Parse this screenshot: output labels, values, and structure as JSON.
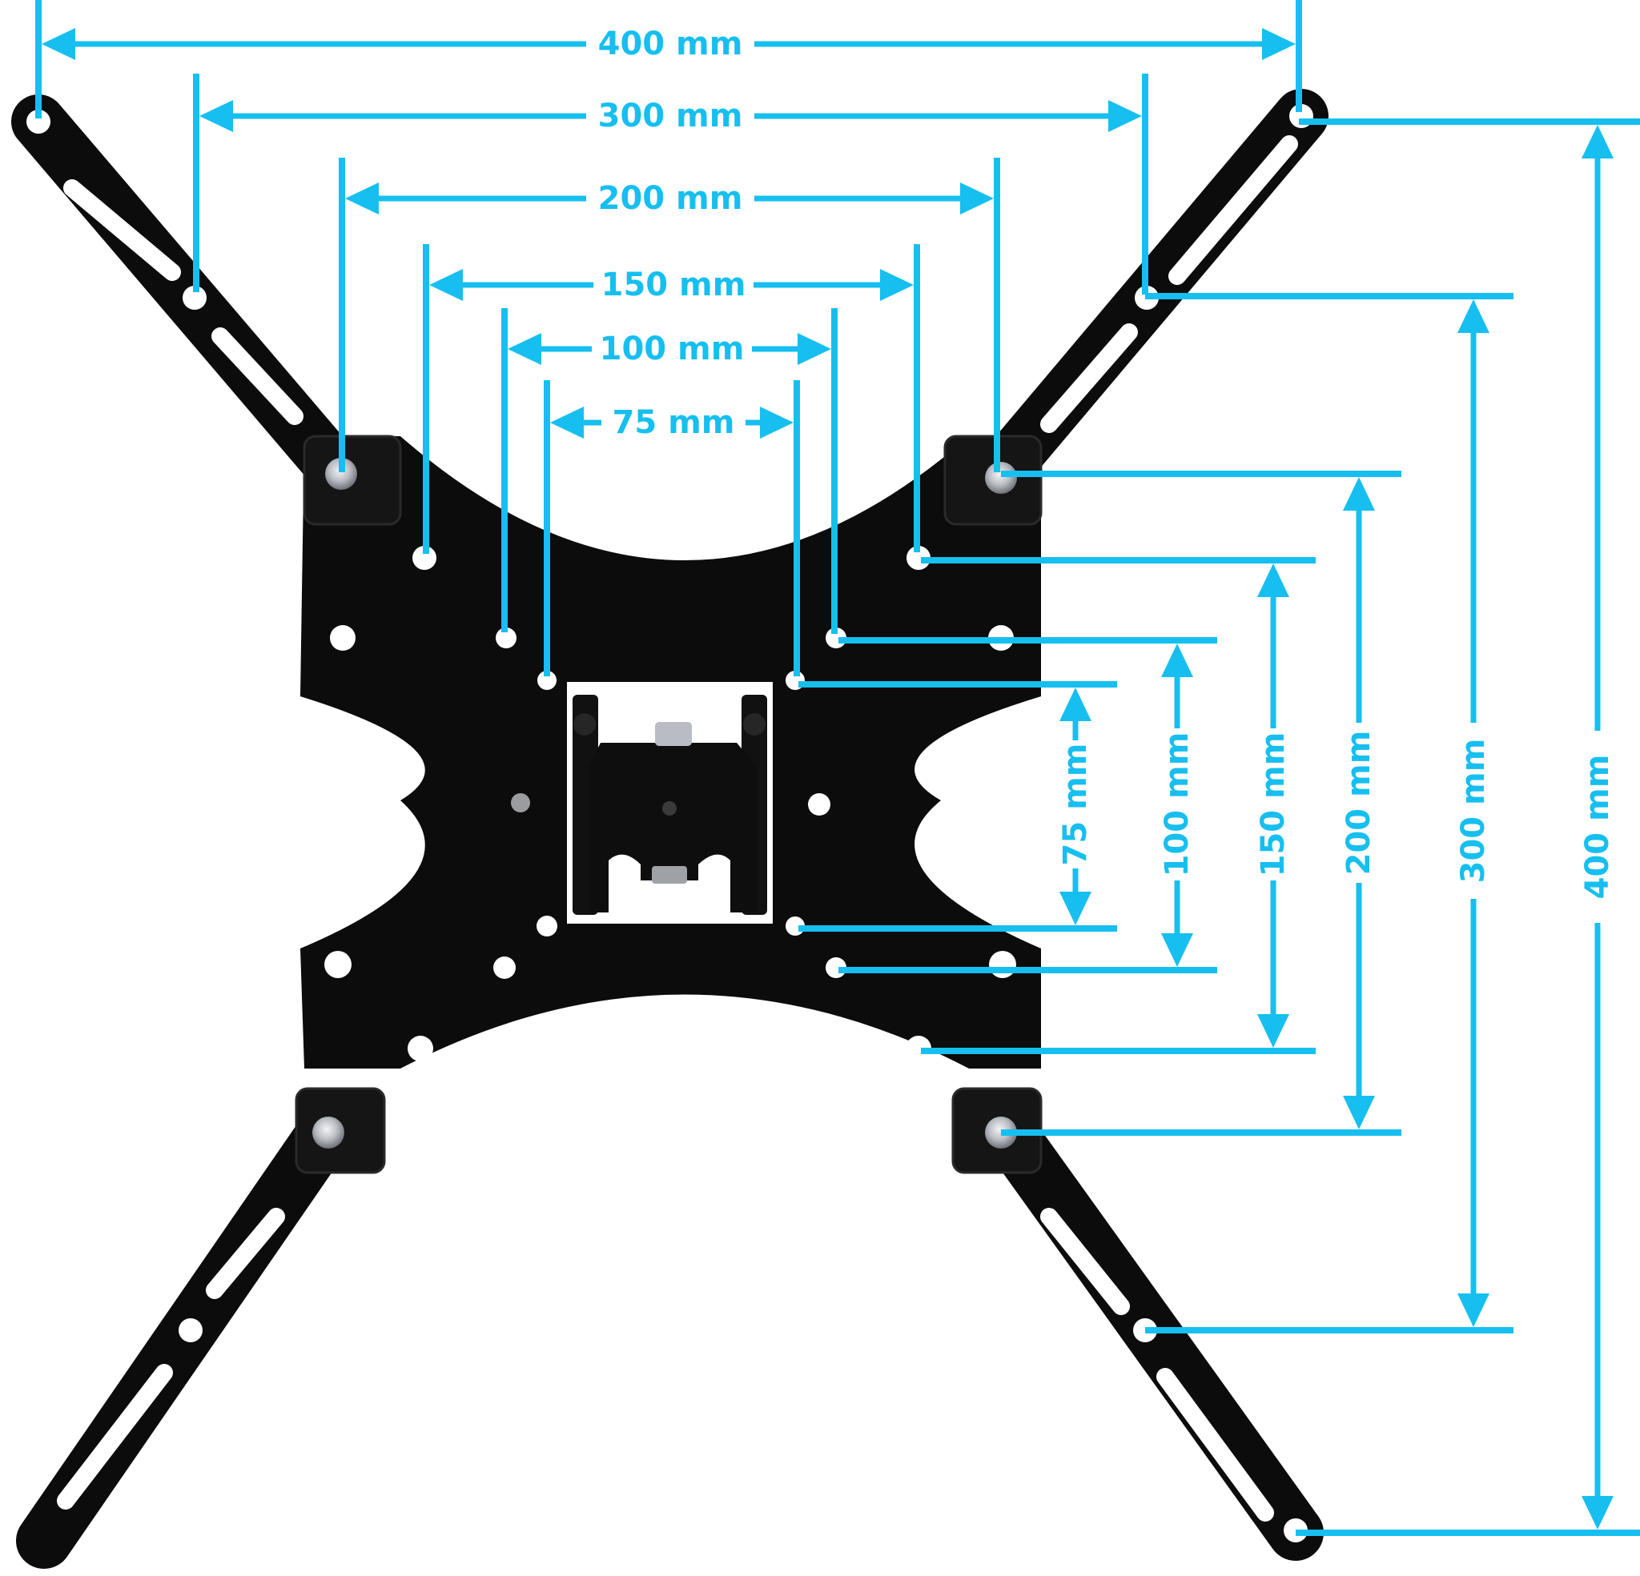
{
  "colors": {
    "accent": "#16bfef",
    "plate": "#0c0c0c",
    "plate_edge": "#2a2a2a",
    "hole": "#ffffff",
    "bolt": "#c9ccd1",
    "background": "#ffffff"
  },
  "horizontal_dimensions": [
    {
      "id": "h400",
      "label": "400 mm"
    },
    {
      "id": "h300",
      "label": "300 mm"
    },
    {
      "id": "h200",
      "label": "200 mm"
    },
    {
      "id": "h150",
      "label": "150 mm"
    },
    {
      "id": "h100",
      "label": "100 mm"
    },
    {
      "id": "h75",
      "label": "75 mm"
    }
  ],
  "vertical_dimensions": [
    {
      "id": "v75",
      "label": "75 mm"
    },
    {
      "id": "v100",
      "label": "100 mm"
    },
    {
      "id": "v150",
      "label": "150 mm"
    },
    {
      "id": "v200",
      "label": "200 mm"
    },
    {
      "id": "v300",
      "label": "300 mm"
    },
    {
      "id": "v400",
      "label": "400 mm"
    }
  ]
}
